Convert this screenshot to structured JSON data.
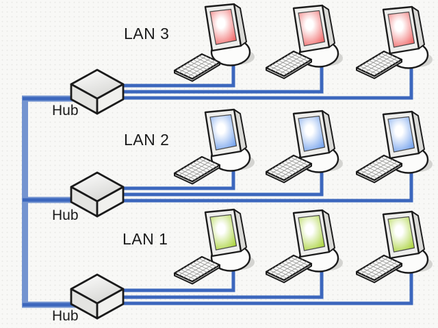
{
  "colors": {
    "background": "#f8f8f6",
    "backbone_blue": "#7494d0",
    "cable_blue": "#3c67bd",
    "outline": "#1b1b1b",
    "label_text": "#1a1a1a",
    "screen_red": "#ee5252",
    "screen_blue": "#5d93ea",
    "screen_green": "#9ecd20"
  },
  "diagram": {
    "lans": [
      {
        "name": "LAN 3",
        "hub_label": "Hub",
        "computers": 3,
        "screen": "red"
      },
      {
        "name": "LAN 2",
        "hub_label": "Hub",
        "computers": 3,
        "screen": "blue"
      },
      {
        "name": "LAN 1",
        "hub_label": "Hub",
        "computers": 3,
        "screen": "green"
      }
    ]
  }
}
